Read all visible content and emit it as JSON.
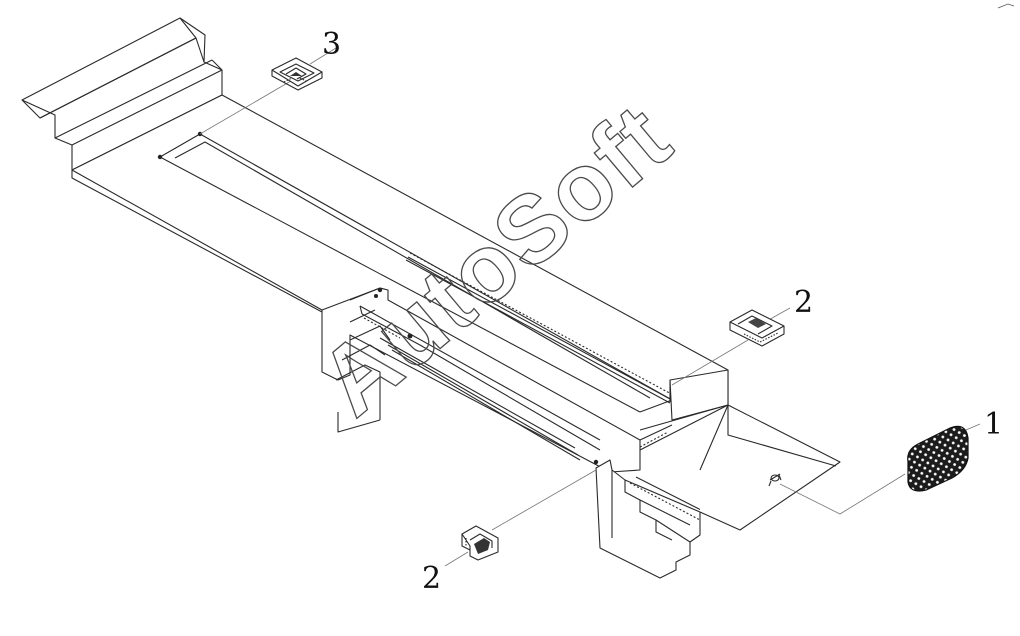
{
  "diagram": {
    "callouts": [
      {
        "id": "callout-1",
        "label": "1"
      },
      {
        "id": "callout-2-upper",
        "label": "2"
      },
      {
        "id": "callout-2-lower",
        "label": "2"
      },
      {
        "id": "callout-3",
        "label": "3"
      }
    ],
    "watermark": "AutoSoft"
  }
}
